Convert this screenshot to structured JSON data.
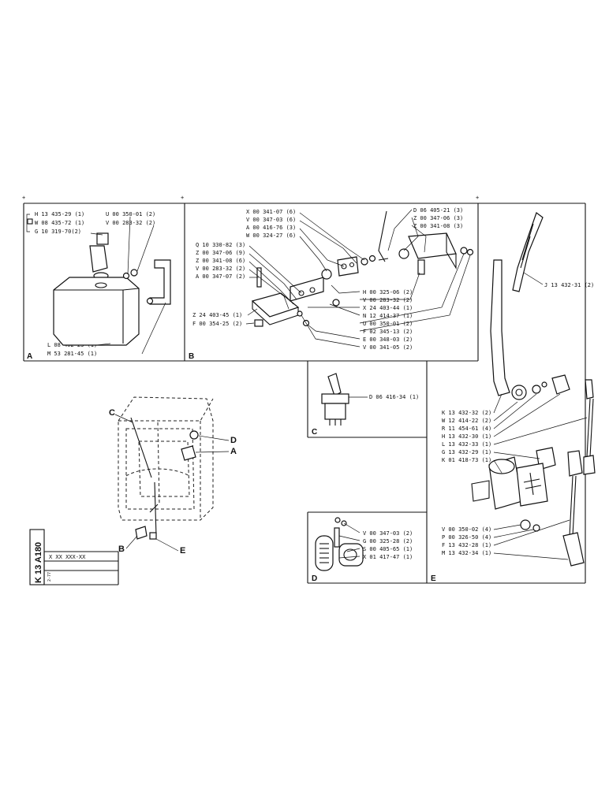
{
  "panels": {
    "A": {
      "letter": "A",
      "parts": [
        "H 13 435-29 (1)",
        "W 08 435-72 (1)",
        "G 10 319-70(2)",
        "U 00 350-01 (2)",
        "V 00 283-32 (2)",
        "L 08 402-23 (1)",
        "M 53 281-45 (1)"
      ]
    },
    "B": {
      "letter": "B",
      "parts_top": [
        "X 00 341-07 (6)",
        "V 00 347-03 (6)",
        "A 00 416-76 (3)",
        "W 00 324-27 (6)"
      ],
      "parts_left": [
        "Q 10 330-82 (3)",
        "Z 00 347-06 (9)",
        "Z 00 341-08 (6)",
        "V 00 283-32 (2)",
        "A 00 347-07 (2)",
        "Z 24 403-45 (1)",
        "F 00 354-25 (2)"
      ],
      "parts_right_top": [
        "D 06 405-21 (3)",
        "Z 00 347-06 (3)",
        "Z 00 341-08 (3)"
      ],
      "parts_right": [
        "H 00 325-06 (2)",
        "V 00 283-32 (2)",
        "X 24 403-44 (1)",
        "N 12 414-37 (1)",
        "U 00 350-01 (2)",
        "F 02 345-13 (2)",
        "E 00 348-03 (2)",
        "V 00 341-05 (2)"
      ]
    },
    "C": {
      "letter": "C",
      "parts": [
        "D 06 416-34 (1)"
      ]
    },
    "D": {
      "letter": "D",
      "parts": [
        "V 00 347-03 (2)",
        "G 00 325-28 (2)",
        "S 00 405-65 (1)",
        "X 01 417-47 (1)"
      ]
    },
    "E": {
      "letter": "E",
      "part_top": "J 13 432-31 (2)",
      "parts_mid": [
        "K 13 432-32 (2)",
        "W 12 414-22 (2)",
        "R 11 454-61 (4)",
        "H 13 432-30 (1)",
        "L 13 432-33 (1)",
        "G 13 432-29 (1)",
        "K 01 418-73 (1)"
      ],
      "parts_bottom": [
        "V 00 350-02 (4)",
        "P 00 326-50 (4)",
        "F 13 432-28 (1)",
        "M 13 432-34 (1)"
      ]
    }
  },
  "overview": {
    "callouts": [
      "C",
      "D",
      "A",
      "B",
      "E"
    ]
  },
  "title_block": {
    "drawing_number": "K 13 A180",
    "code": "X XX XXX-XX",
    "sub": "2-77"
  }
}
